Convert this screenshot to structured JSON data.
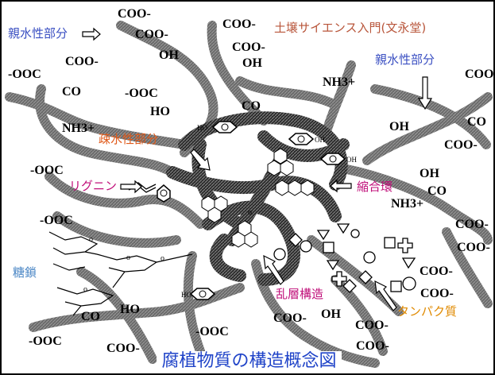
{
  "title": "腐植物質の構造概念図",
  "credit": "土壌サイエンス入門(文永堂)",
  "labels": {
    "hydrophilic_left": "親水性部分",
    "hydrophilic_right": "親水性部分",
    "hydrophobic": "疎水性部分",
    "lignin": "リグニン",
    "condensed_ring": "縮合環",
    "sugar_chain": "糖鎖",
    "disordered_layer": "乱層構造",
    "protein": "タンパク質"
  },
  "groups": {
    "coo_1": "COO-",
    "coo_2": "COO-",
    "coo_3": "COO-",
    "coo_4": "COO-",
    "coo_5": "COO",
    "coo_6": "COO-",
    "coo_7": "COO-",
    "coo_8": "COO-",
    "coo_9": "COO-",
    "coo_10": "COO-",
    "coo_11": "COO-",
    "coo_12": "COO-",
    "coo_13": "COO-",
    "coo_14": "COO-",
    "coo_15": "COO-",
    "ooc_1": "-OOC",
    "ooc_2": "-OOC",
    "ooc_3": "-OOC",
    "ooc_4": "-OOC",
    "ooc_5": "-OOC",
    "ooc_6": "-OOC",
    "oh_1": "OH",
    "oh_2": "OH",
    "oh_3": "OH",
    "oh_4": "OH",
    "oh_5": "OH",
    "co_1": "CO",
    "co_2": "CO",
    "co_3": "CO",
    "co_4": "CO",
    "co_5": "CO",
    "ho_1": "HO",
    "ho_2": "HO",
    "nh3_1": "NH3+",
    "nh3_2": "NH3+",
    "nh3_3": "NH3+",
    "ring_ho_1": "HO",
    "ring_ho_2": "HO",
    "ring_oh_1": "OH",
    "ring_oh_2": "OH",
    "sugar_o": "o"
  },
  "colors": {
    "strand": "#6e6e6e",
    "strand_dark": "#2b2b2b",
    "title": "#1f43c8",
    "credit": "#b8553a"
  }
}
